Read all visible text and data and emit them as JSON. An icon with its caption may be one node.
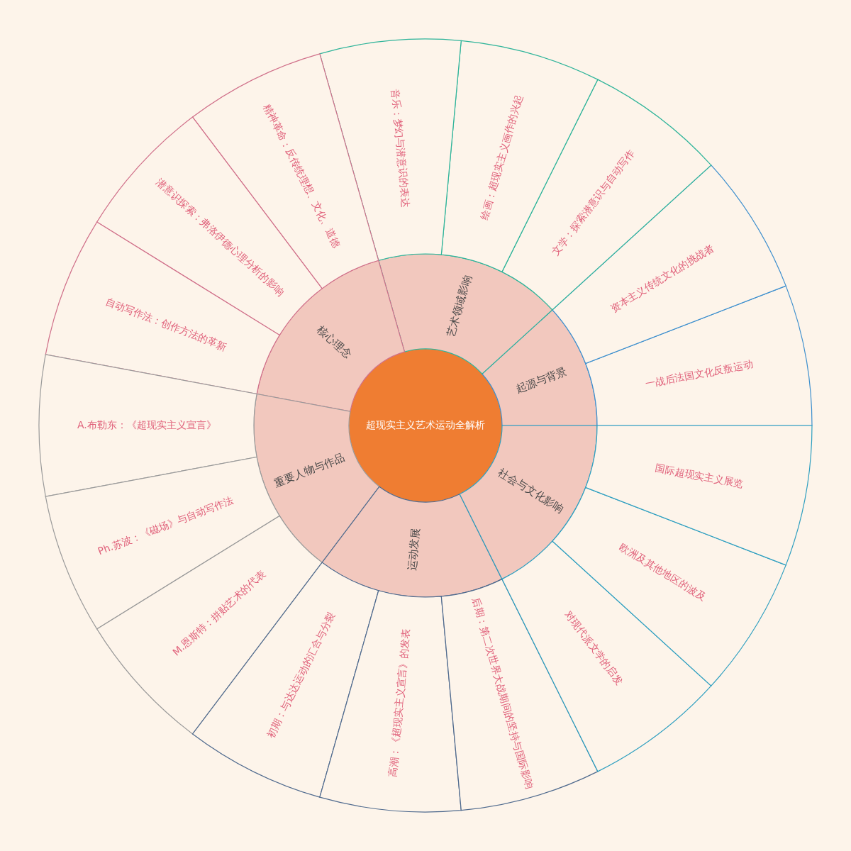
{
  "diagram": {
    "nodes": [
      {
        "text": [
          "超现实主义艺术运动全解析"
        ]
      },
      {
        "text": [
          "起源与背景"
        ]
      },
      {
        "text": [
          "艺术领域影响"
        ]
      },
      {
        "text": [
          "核心理念"
        ]
      },
      {
        "text": [
          "重要人物与作品"
        ]
      },
      {
        "text": [
          "运动发展"
        ]
      },
      {
        "text": [
          "社会与文化影响"
        ]
      },
      {
        "text": [
          "一战后法国文化反叛运动"
        ]
      },
      {
        "text": [
          "资本主义传统文化的挑战者"
        ]
      },
      {
        "text": [
          "文学：探索潜意识与自动写作"
        ]
      },
      {
        "text": [
          "绘画：超现实主义画作的兴起"
        ]
      },
      {
        "text": [
          "音乐：梦幻与潜意识的表达"
        ]
      },
      {
        "text": [
          "精神革命：反传统理想、文化、道德"
        ]
      },
      {
        "text": [
          "潜意识探索：弗洛伊德心理分析的影响"
        ]
      },
      {
        "text": [
          "自动写作法：创作方法的革新"
        ]
      },
      {
        "text": [
          "A.布勒东：《超现实主义宣言》"
        ]
      },
      {
        "text": [
          "Ph.苏波：《磁场》与自动写作法"
        ]
      },
      {
        "text": [
          "M.恩斯特：拼贴艺术的代表"
        ]
      },
      {
        "text": [
          "初期：与达达运动的汇合与分裂"
        ]
      },
      {
        "text": [
          "高潮：《超现实主义宣言》的发表"
        ]
      },
      {
        "text": [
          "后期：第二次世界大战期间的坚持与国际影响"
        ]
      },
      {
        "text": [
          "对现代派文学的启发"
        ]
      },
      {
        "text": [
          "欧洲及其他地区的波及"
        ]
      },
      {
        "text": [
          "国际超现实主义展览"
        ]
      }
    ]
  }
}
